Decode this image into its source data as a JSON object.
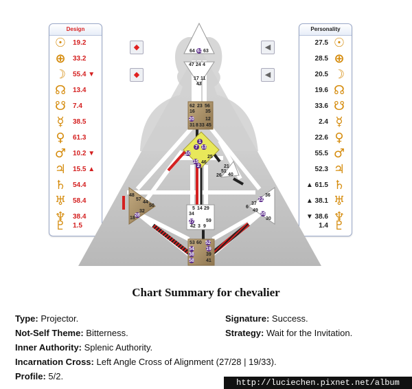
{
  "design": {
    "header": "Design",
    "rows": [
      {
        "icon": "sun-icon",
        "symbol": "☉",
        "value": "19.2",
        "mark": ""
      },
      {
        "icon": "earth-icon",
        "symbol": "⊕",
        "value": "33.2",
        "mark": ""
      },
      {
        "icon": "moon-icon",
        "symbol": "☽",
        "value": "55.4",
        "mark": "▼"
      },
      {
        "icon": "north-node-icon",
        "symbol": "☊",
        "value": "13.4",
        "mark": ""
      },
      {
        "icon": "south-node-icon",
        "symbol": "☋",
        "value": "7.4",
        "mark": ""
      },
      {
        "icon": "mercury-icon",
        "symbol": "☿",
        "value": "38.5",
        "mark": ""
      },
      {
        "icon": "venus-icon",
        "symbol": "♀",
        "value": "61.3",
        "mark": ""
      },
      {
        "icon": "mars-icon",
        "symbol": "♂",
        "value": "10.2",
        "mark": "▼"
      },
      {
        "icon": "jupiter-icon",
        "symbol": "♃",
        "value": "15.5",
        "mark": "▲"
      },
      {
        "icon": "saturn-icon",
        "symbol": "♄",
        "value": "54.4",
        "mark": ""
      },
      {
        "icon": "uranus-icon",
        "symbol": "♅",
        "value": "58.4",
        "mark": ""
      },
      {
        "icon": "neptune-icon",
        "symbol": "♆",
        "value": "38.4",
        "mark": ""
      },
      {
        "icon": "pluto-icon",
        "symbol": "♇",
        "value": "1.5",
        "mark": ""
      }
    ]
  },
  "personality": {
    "header": "Personality",
    "rows": [
      {
        "icon": "sun-icon",
        "symbol": "☉",
        "value": "27.5",
        "mark": ""
      },
      {
        "icon": "earth-icon",
        "symbol": "⊕",
        "value": "28.5",
        "mark": ""
      },
      {
        "icon": "moon-icon",
        "symbol": "☽",
        "value": "20.5",
        "mark": ""
      },
      {
        "icon": "north-node-icon",
        "symbol": "☊",
        "value": "19.6",
        "mark": ""
      },
      {
        "icon": "south-node-icon",
        "symbol": "☋",
        "value": "33.6",
        "mark": ""
      },
      {
        "icon": "mercury-icon",
        "symbol": "☿",
        "value": "2.4",
        "mark": ""
      },
      {
        "icon": "venus-icon",
        "symbol": "♀",
        "value": "22.6",
        "mark": ""
      },
      {
        "icon": "mars-icon",
        "symbol": "♂",
        "value": "55.5",
        "mark": ""
      },
      {
        "icon": "jupiter-icon",
        "symbol": "♃",
        "value": "52.3",
        "mark": ""
      },
      {
        "icon": "saturn-icon",
        "symbol": "♄",
        "value": "61.5",
        "mark": "▲"
      },
      {
        "icon": "uranus-icon",
        "symbol": "♅",
        "value": "38.1",
        "mark": "▲"
      },
      {
        "icon": "neptune-icon",
        "symbol": "♆",
        "value": "38.6",
        "mark": "▼"
      },
      {
        "icon": "pluto-icon",
        "symbol": "♇",
        "value": "1.4",
        "mark": ""
      }
    ]
  },
  "arrows": {
    "left_top": "◆",
    "left_bottom": "◆",
    "right_top": "◀",
    "right_bottom": "◀"
  },
  "gates": {
    "g64": "64",
    "g61": "61",
    "g63": "63",
    "g47": "47",
    "g24": "24",
    "g4": "4",
    "g17": "17",
    "g11": "11",
    "g43": "43",
    "g62": "62",
    "g23": "23",
    "g56": "56",
    "g16": "16",
    "g35": "35",
    "g20": "20",
    "g12": "12",
    "g31": "31",
    "g8": "8",
    "g33": "33",
    "g45": "45",
    "g1": "1",
    "g7": "7",
    "g13": "13",
    "g10": "10",
    "g25": "25",
    "g15": "15",
    "g46": "46",
    "g2": "2",
    "g21": "21",
    "g51": "51",
    "g26": "26",
    "g40": "40",
    "g48": "48",
    "g57": "57",
    "g44": "44",
    "g50": "50",
    "g32": "32",
    "g28": "28",
    "g18": "18",
    "g36": "36",
    "g22": "22",
    "g37": "37",
    "g6": "6",
    "g49": "49",
    "g55": "55",
    "g30": "30",
    "g5": "5",
    "g14": "14",
    "g29": "29",
    "g34": "34",
    "g27": "27",
    "g42": "42",
    "g3": "3",
    "g9": "9",
    "g59": "59",
    "g53": "53",
    "g60": "60",
    "g52": "52",
    "g54": "54",
    "g19": "19",
    "g38": "38",
    "g39": "39",
    "g58": "58",
    "g41": "41"
  },
  "summary": {
    "title": "Chart Summary for chevalier",
    "type_label": "Type:",
    "type_value": "Projector.",
    "notself_label": "Not-Self Theme:",
    "notself_value": "Bitterness.",
    "authority_label": "Inner Authority:",
    "authority_value": "Splenic Authority.",
    "cross_label": "Incarnation Cross:",
    "cross_value": "Left Angle Cross of Alignment (27/28 | 19/33).",
    "profile_label": "Profile:",
    "profile_value": "5/2.",
    "signature_label": "Signature:",
    "signature_value": "Success.",
    "strategy_label": "Strategy:",
    "strategy_value": "Wait for the Invitation."
  },
  "watermark": "http://luciechen.pixnet.net/album",
  "colors": {
    "design": "#d42020",
    "personality": "#222222",
    "defined": "#a8906a",
    "spleen": "#a8906a",
    "g_center": "#e8e85a",
    "root": "#a8906a"
  }
}
